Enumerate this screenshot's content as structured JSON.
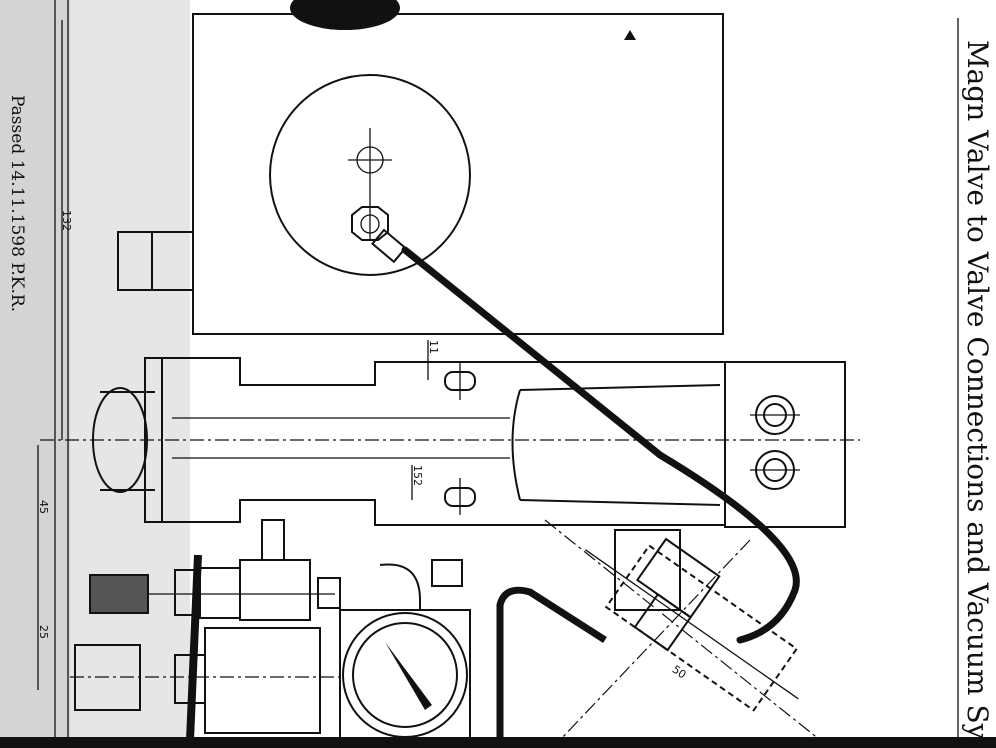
{
  "title": "Magn Valve to Valve Connections and Vacuum Sys",
  "signature": "Passed 14.11.1598 P.K.R.",
  "dimensions": {
    "d_132": "132",
    "d_45": "45",
    "d_25": "25",
    "d_11": "11",
    "d_152": "152",
    "d_50": "50"
  }
}
